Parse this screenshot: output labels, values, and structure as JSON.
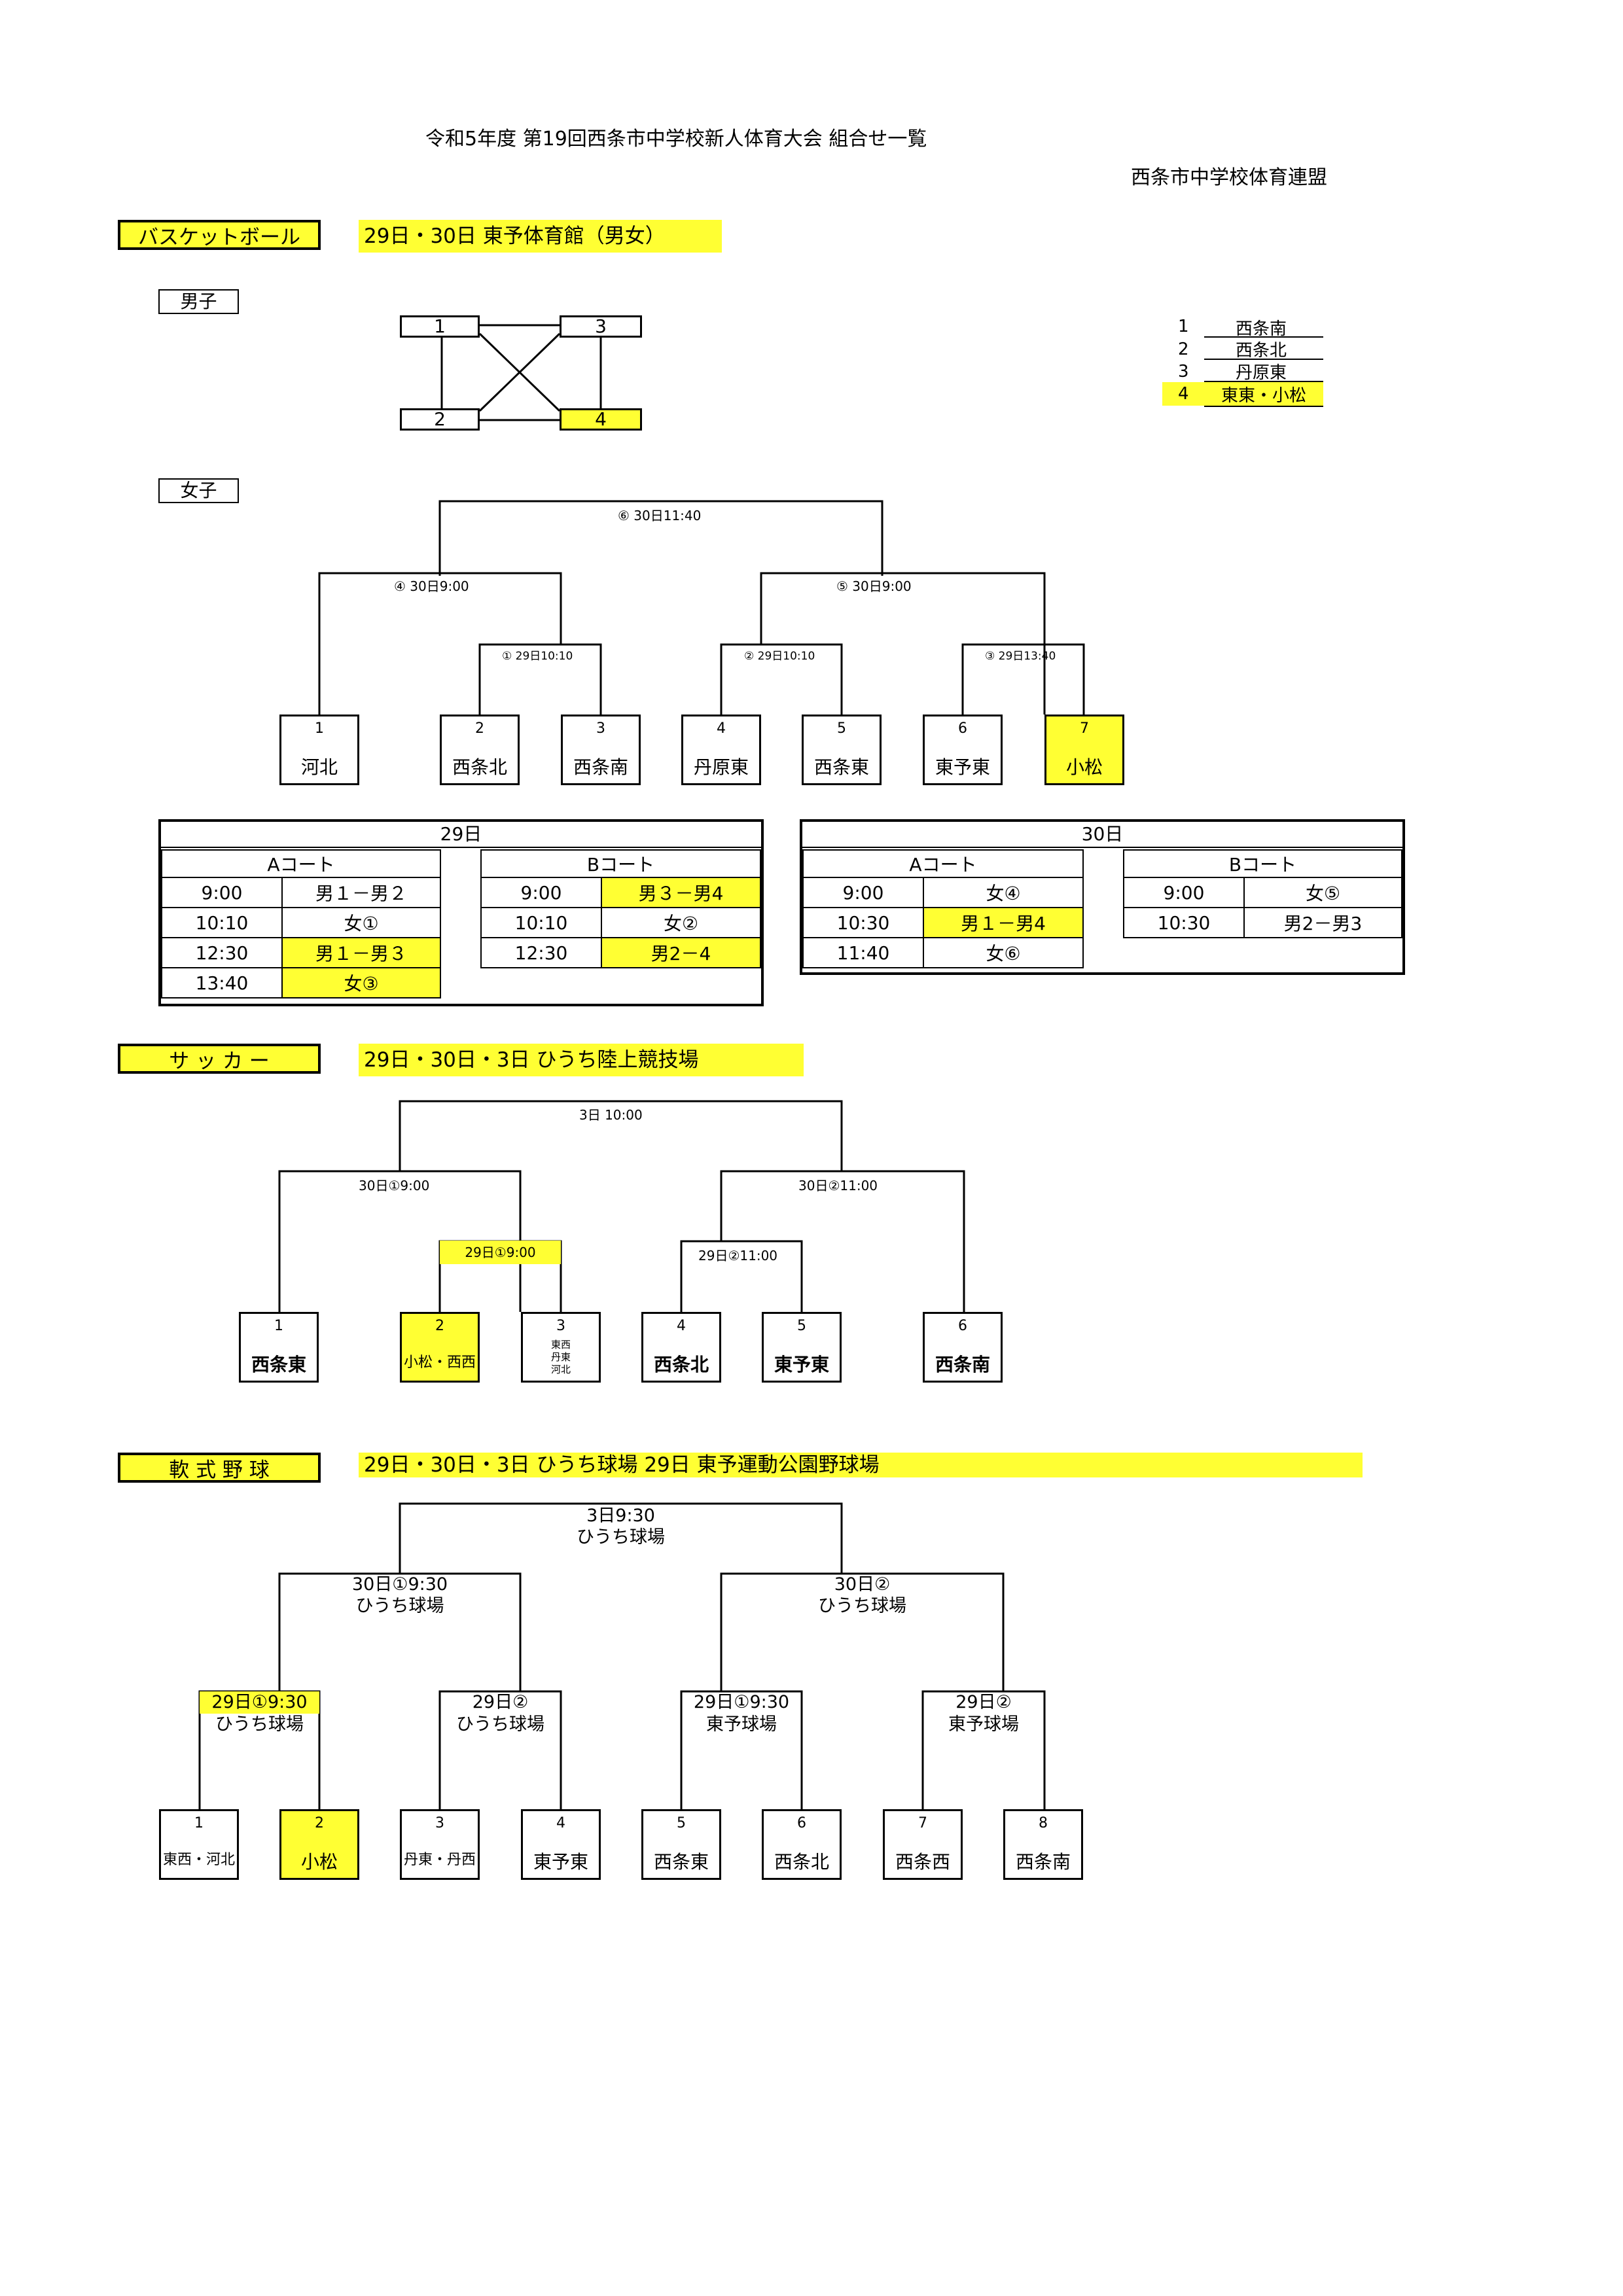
{
  "header": {
    "title": "令和5年度  第19回西条市中学校新人体育大会  組合せ一覧",
    "organizer": "西条市中学校体育連盟"
  },
  "colors": {
    "highlight": "#ffff33",
    "line": "#000000"
  },
  "basketball": {
    "section_label": "バスケットボール",
    "info": "29日・30日  東予体育館（男女）",
    "boys_label": "男子",
    "girls_label": "女子",
    "boys_nodes": [
      "1",
      "3",
      "2",
      "4"
    ],
    "boys_legend": [
      {
        "num": "1",
        "name": "西条南"
      },
      {
        "num": "2",
        "name": "西条北"
      },
      {
        "num": "3",
        "name": "丹原東"
      },
      {
        "num": "4",
        "name": "東東・小松"
      }
    ],
    "girls_matches": {
      "final": "⑥  30日11:40",
      "m4": "④  30日9:00",
      "m5": "⑤  30日9:00",
      "m1": "①  29日10:10",
      "m2": "②  29日10:10",
      "m3": "③  29日13:40"
    },
    "girls_teams": [
      {
        "num": "1",
        "name": "河北"
      },
      {
        "num": "2",
        "name": "西条北"
      },
      {
        "num": "3",
        "name": "西条南"
      },
      {
        "num": "4",
        "name": "丹原東"
      },
      {
        "num": "5",
        "name": "西条東"
      },
      {
        "num": "6",
        "name": "東予東"
      },
      {
        "num": "7",
        "name": "小松"
      }
    ],
    "schedule_29": {
      "day": "29日",
      "court_a": "Aコート",
      "court_b": "Bコート",
      "a_rows": [
        {
          "time": "9:00",
          "match": "男１－男２"
        },
        {
          "time": "10:10",
          "match": "女①"
        },
        {
          "time": "12:30",
          "match": "男１－男３"
        },
        {
          "time": "13:40",
          "match": "女③"
        }
      ],
      "b_rows": [
        {
          "time": "9:00",
          "match": "男３－男4"
        },
        {
          "time": "10:10",
          "match": "女②"
        },
        {
          "time": "12:30",
          "match": "男2－4"
        }
      ]
    },
    "schedule_30": {
      "day": "30日",
      "court_a": "Aコート",
      "court_b": "Bコート",
      "a_rows": [
        {
          "time": "9:00",
          "match": "女④"
        },
        {
          "time": "10:30",
          "match": "男１－男4"
        },
        {
          "time": "11:40",
          "match": "女⑥"
        }
      ],
      "b_rows": [
        {
          "time": "9:00",
          "match": "女⑤"
        },
        {
          "time": "10:30",
          "match": "男2－男3"
        }
      ]
    }
  },
  "soccer": {
    "section_label": "サ ッ カ ー",
    "info": "29日・30日・3日     ひうち陸上競技場",
    "final": "3日   10:00",
    "semi_left": "30日①9:00",
    "semi_right": "30日②11:00",
    "q1": "29日①9:00",
    "q2": "29日②11:00",
    "teams": [
      {
        "num": "1",
        "name": "西条東"
      },
      {
        "num": "2",
        "name": "小松・西西"
      },
      {
        "num": "3",
        "name": "東西\n丹東\n河北"
      },
      {
        "num": "4",
        "name": "西条北"
      },
      {
        "num": "5",
        "name": "東予東"
      },
      {
        "num": "6",
        "name": "西条南"
      }
    ]
  },
  "baseball": {
    "section_label": "軟 式 野 球",
    "info": "29日・30日・3日  ひうち球場    29日  東予運動公園野球場",
    "final_time": "3日9:30",
    "final_venue": "ひうち球場",
    "semi_left_time": "30日①9:30",
    "semi_left_venue": "ひうち球場",
    "semi_right_time": "30日②",
    "semi_right_venue": "ひうち球場",
    "q1_time": "29日①9:30",
    "q1_venue": "ひうち球場",
    "q2_time": "29日②",
    "q2_venue": "ひうち球場",
    "q3_time": "29日①9:30",
    "q3_venue": "東予球場",
    "q4_time": "29日②",
    "q4_venue": "東予球場",
    "teams": [
      {
        "num": "1",
        "name": "東西・河北"
      },
      {
        "num": "2",
        "name": "小松"
      },
      {
        "num": "3",
        "name": "丹東・丹西"
      },
      {
        "num": "4",
        "name": "東予東"
      },
      {
        "num": "5",
        "name": "西条東"
      },
      {
        "num": "6",
        "name": "西条北"
      },
      {
        "num": "7",
        "name": "西条西"
      },
      {
        "num": "8",
        "name": "西条南"
      }
    ]
  }
}
